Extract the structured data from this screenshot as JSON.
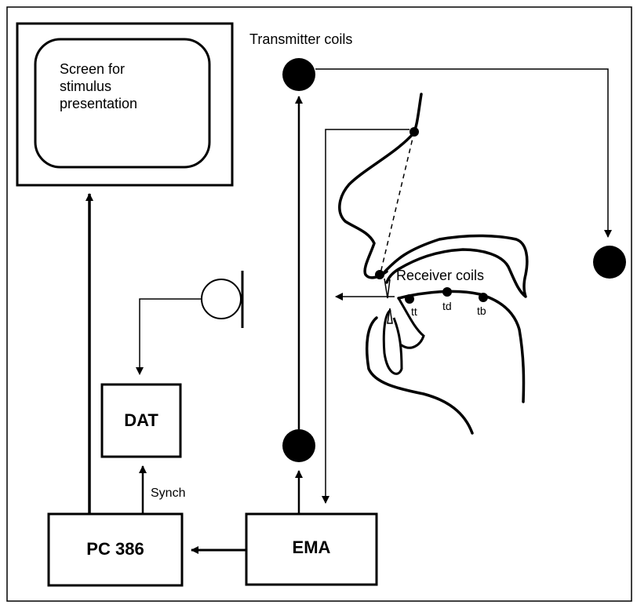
{
  "screen": {
    "lines": [
      "Screen for",
      "stimulus",
      "presentation"
    ]
  },
  "labels": {
    "transmitter_coils": "Transmitter coils",
    "receiver_coils": "Receiver coils",
    "tt": "tt",
    "td": "td",
    "tb": "tb",
    "synch": "Synch"
  },
  "boxes": {
    "dat": "DAT",
    "pc": "PC 386",
    "ema": "EMA"
  },
  "colors": {
    "ink": "#000000",
    "background": "#ffffff"
  }
}
